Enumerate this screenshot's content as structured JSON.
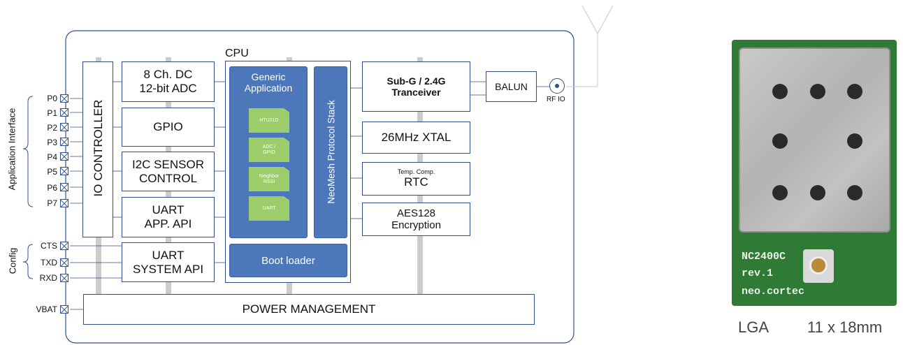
{
  "side_labels": {
    "app_interface": "Application Interface",
    "config": "Config"
  },
  "pins": {
    "app": [
      "P0",
      "P1",
      "P2",
      "P3",
      "P4",
      "P5",
      "P6",
      "P7"
    ],
    "config": [
      "CTS",
      "TXD",
      "RXD"
    ],
    "power": "VBAT"
  },
  "blocks": {
    "io_controller": "IO CONTROLLER",
    "adc": [
      "8 Ch. DC",
      "12-bit ADC"
    ],
    "gpio": "GPIO",
    "i2c": [
      "I2C SENSOR",
      "CONTROL"
    ],
    "uart_app": [
      "UART",
      "APP. API"
    ],
    "uart_system": [
      "UART",
      "SYSTEM API"
    ],
    "power_management": "POWER MANAGEMENT",
    "cpu": "CPU",
    "generic_app": [
      "Generic",
      "Application"
    ],
    "modules": [
      "HTU21D",
      "ADC / GPIO",
      "Neighbor RSSI",
      "UART"
    ],
    "protocol_stack": "NeoMesh Protocol Stack",
    "boot_loader": "Boot loader",
    "tranceiver": [
      "Sub-G / 2.4G",
      "Tranceiver"
    ],
    "xtal": "26MHz XTAL",
    "rtc": [
      "Temp. Comp.",
      "RTC"
    ],
    "aes": [
      "AES128",
      "Encryption"
    ],
    "balun": "BALUN",
    "rf_io": "RF IO"
  },
  "photo": {
    "silkscreen": [
      "NC2400C",
      "rev.1",
      "neo.cortec"
    ],
    "caption_package": "LGA",
    "caption_size": "11 x 18mm"
  },
  "colors": {
    "outline": "#2f4f8a",
    "cpu_blue": "#4d77bb",
    "module_green": "#9ccd6a",
    "bus_gray": "#cccccc",
    "pcb_green": "#2f7a35"
  }
}
